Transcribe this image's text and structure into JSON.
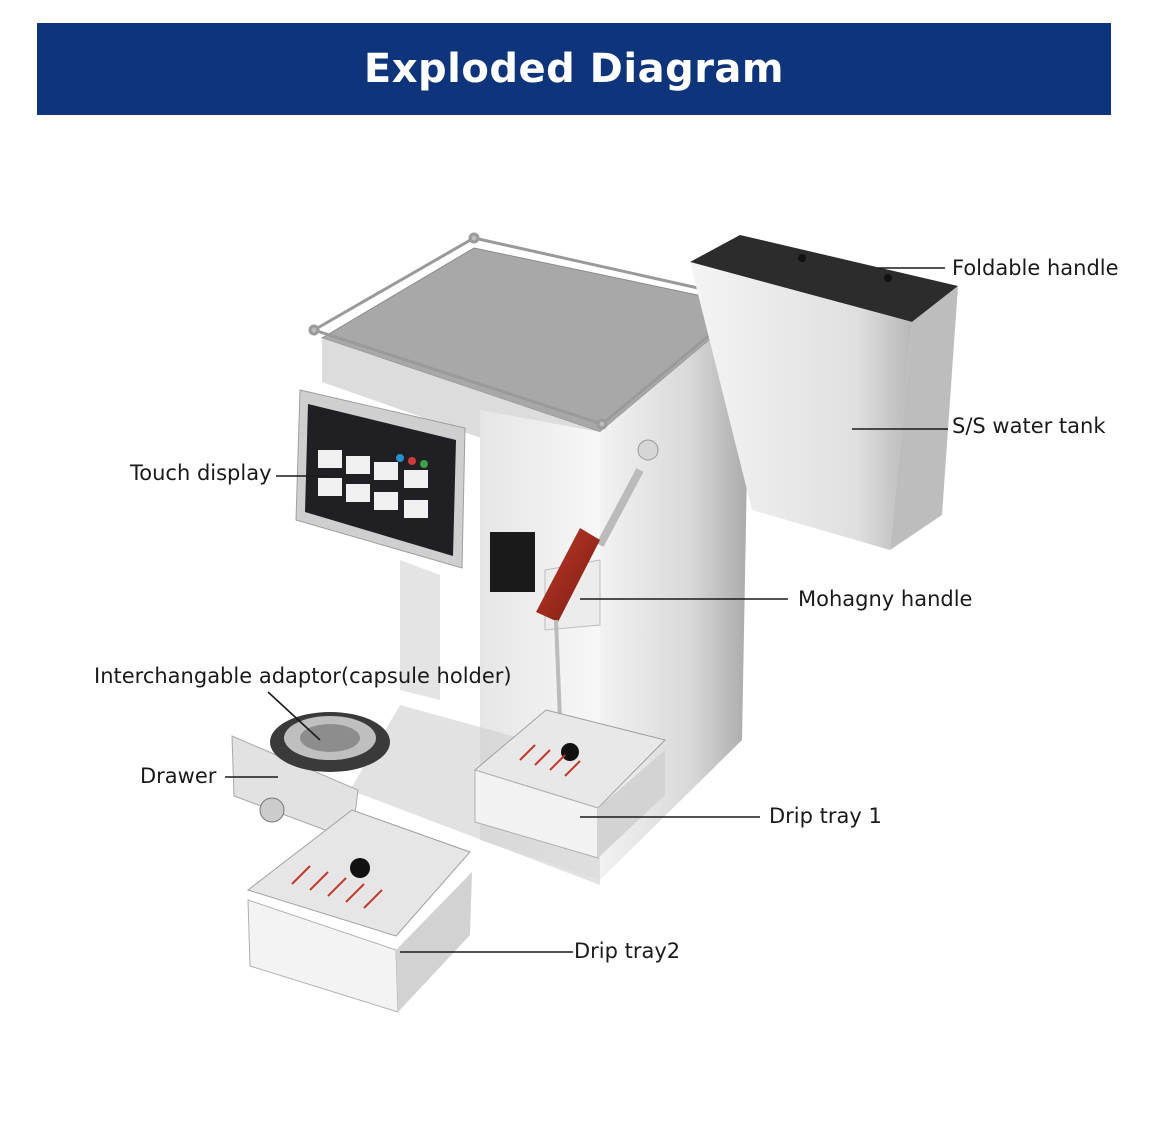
{
  "header": {
    "title": "Exploded Diagram",
    "background_color": "#0e347b"
  },
  "labels": {
    "foldable_handle": "Foldable handle",
    "water_tank": "S/S water tank",
    "touch_display": "Touch display",
    "mohagny_handle": "Mohagny handle",
    "adaptor": "Interchangable adaptor(capsule holder)",
    "drawer": "Drawer",
    "drip_tray_1": "Drip tray 1",
    "drip_tray_2": "Drip tray2"
  }
}
